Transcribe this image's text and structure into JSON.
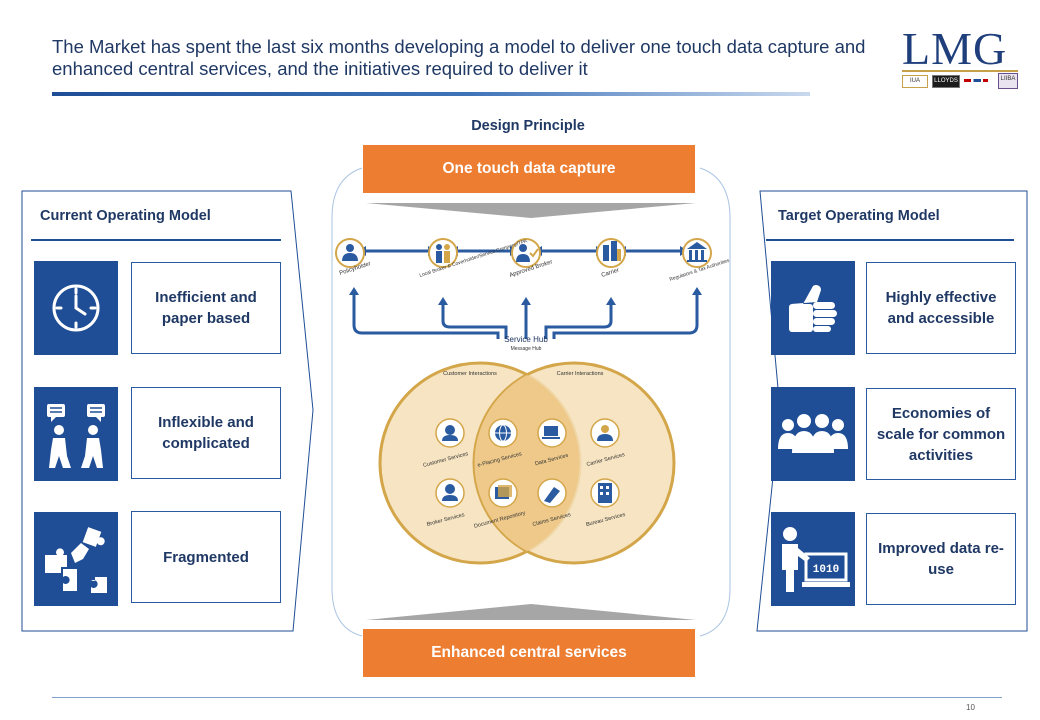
{
  "slide": {
    "title": "The Market has spent the last six months developing a model to deliver one touch data capture and enhanced central services, and the initiatives required to deliver it",
    "page_number": "10"
  },
  "logo": {
    "text": "LMG",
    "members": [
      "IUA",
      "LLOYDS",
      "LIIBA"
    ]
  },
  "current_model": {
    "title": "Current Operating Model",
    "items": [
      {
        "label": "Inefficient and paper based",
        "icon": "clock-icon"
      },
      {
        "label": "Inflexible and complicated",
        "icon": "discussion-people-icon"
      },
      {
        "label": "Fragmented",
        "icon": "puzzle-pieces-icon"
      }
    ]
  },
  "target_model": {
    "title": "Target Operating Model",
    "items": [
      {
        "label": "Highly effective and accessible",
        "icon": "thumbs-up-icon"
      },
      {
        "label": "Economies of scale for common activities",
        "icon": "group-people-icon"
      },
      {
        "label": "Improved data re-use",
        "icon": "person-data-screen-icon"
      }
    ]
  },
  "design": {
    "title": "Design Principle",
    "top_bar": "One touch data capture",
    "bottom_bar": "Enhanced central services"
  },
  "flow": {
    "participants": [
      "Policyholder",
      "Local Broker & Coverholder/Service Company/TPA",
      "Approved Broker",
      "Carrier",
      "Regulators & Tax Authorities"
    ],
    "hub_title": "Service Hub",
    "hub_subtitle": "Message Hub",
    "left_circle": "Customer Interactions",
    "right_circle": "Carrier Interactions",
    "services": [
      "Customer Services",
      "e-Placing Services",
      "Data Services",
      "Carrier Services",
      "Broker Services",
      "Document Repository",
      "Claims Services",
      "Bureau Services"
    ]
  },
  "colors": {
    "navy": "#1f4e96",
    "orange": "#ed7d31",
    "gold": "#d4a64a"
  }
}
